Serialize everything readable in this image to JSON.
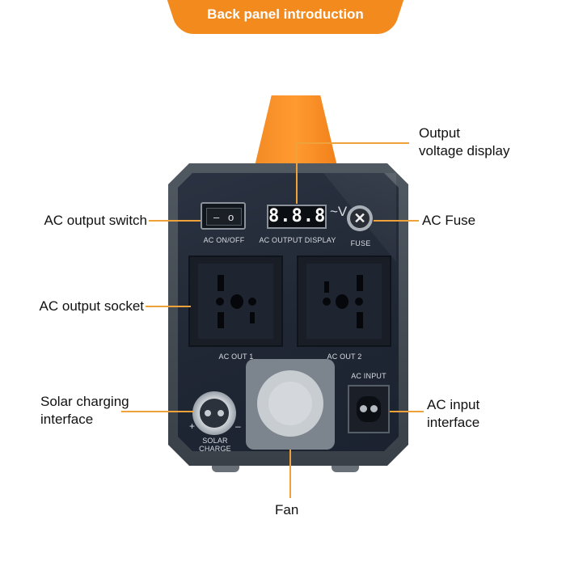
{
  "header": {
    "title": "Back panel introduction"
  },
  "callouts": {
    "output_voltage_display": [
      "Output",
      "voltage display"
    ],
    "ac_output_switch": "AC output switch",
    "ac_fuse": "AC Fuse",
    "ac_output_socket": "AC output socket",
    "solar_charging_interface": [
      "Solar charging",
      "interface"
    ],
    "ac_input_interface": [
      "AC input",
      "interface"
    ],
    "fan": "Fan"
  },
  "panel": {
    "switch_label": "AC ON/OFF",
    "switch_off_mark": "–",
    "switch_on_mark": "o",
    "display_value": "8.8.8",
    "display_unit": "~V",
    "display_label": "AC OUTPUT DISPLAY",
    "fuse_label": "FUSE",
    "socket1_label": "AC OUT 1",
    "socket2_label": "AC OUT 2",
    "ac_input_label": "AC INPUT",
    "solar_label": "SOLAR CHARGE",
    "solar_plus": "+",
    "solar_minus": "–"
  },
  "colors": {
    "accent": "#f28a1e",
    "leader": "#f0a23a",
    "device_panel": "#202734"
  }
}
